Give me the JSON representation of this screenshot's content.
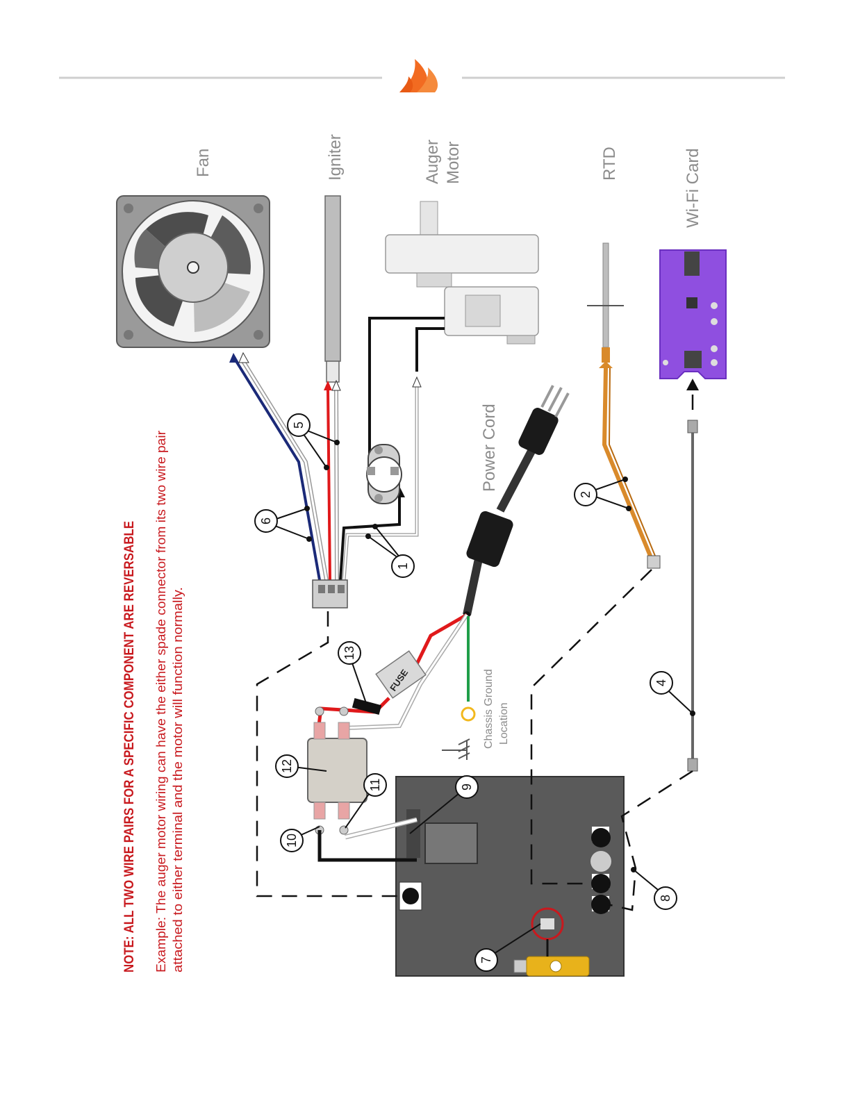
{
  "labels": {
    "fan": "Fan",
    "igniter": "Igniter",
    "auger_motor_line1": "Auger",
    "auger_motor_line2": "Motor",
    "rtd": "RTD",
    "wifi_card": "Wi-Fi Card",
    "power_cord": "Power Cord",
    "chassis_ground_line1": "Chassis Ground",
    "chassis_ground_line2": "Location",
    "fuse": "FUSE"
  },
  "note": {
    "line1": "NOTE: ALL TWO WIRE PAIRS FOR A SPECIFIC COMPONENT ARE REVERSABLE",
    "line2": "Example: The auger motor wiring can have the either spade connector from its two wire pair",
    "line3": "attached to either terminal and the motor will function normally."
  },
  "callouts": {
    "c1": "1",
    "c2": "2",
    "c4": "4",
    "c5": "5",
    "c6": "6",
    "c7": "7",
    "c8": "8",
    "c9": "9",
    "c10": "10",
    "c11": "11",
    "c12": "12",
    "c13": "13"
  },
  "colors": {
    "logo_orange": "#f26b21",
    "wire_red": "#e0191b",
    "wire_blue": "#1b2a78",
    "wire_green": "#1f9e49",
    "wire_orange": "#d98a2b",
    "board_gray": "#5a5a5a",
    "wifi_purple": "#8f4fe0",
    "ground_ring": "#f2b81e",
    "note_red": "#c8191e"
  }
}
